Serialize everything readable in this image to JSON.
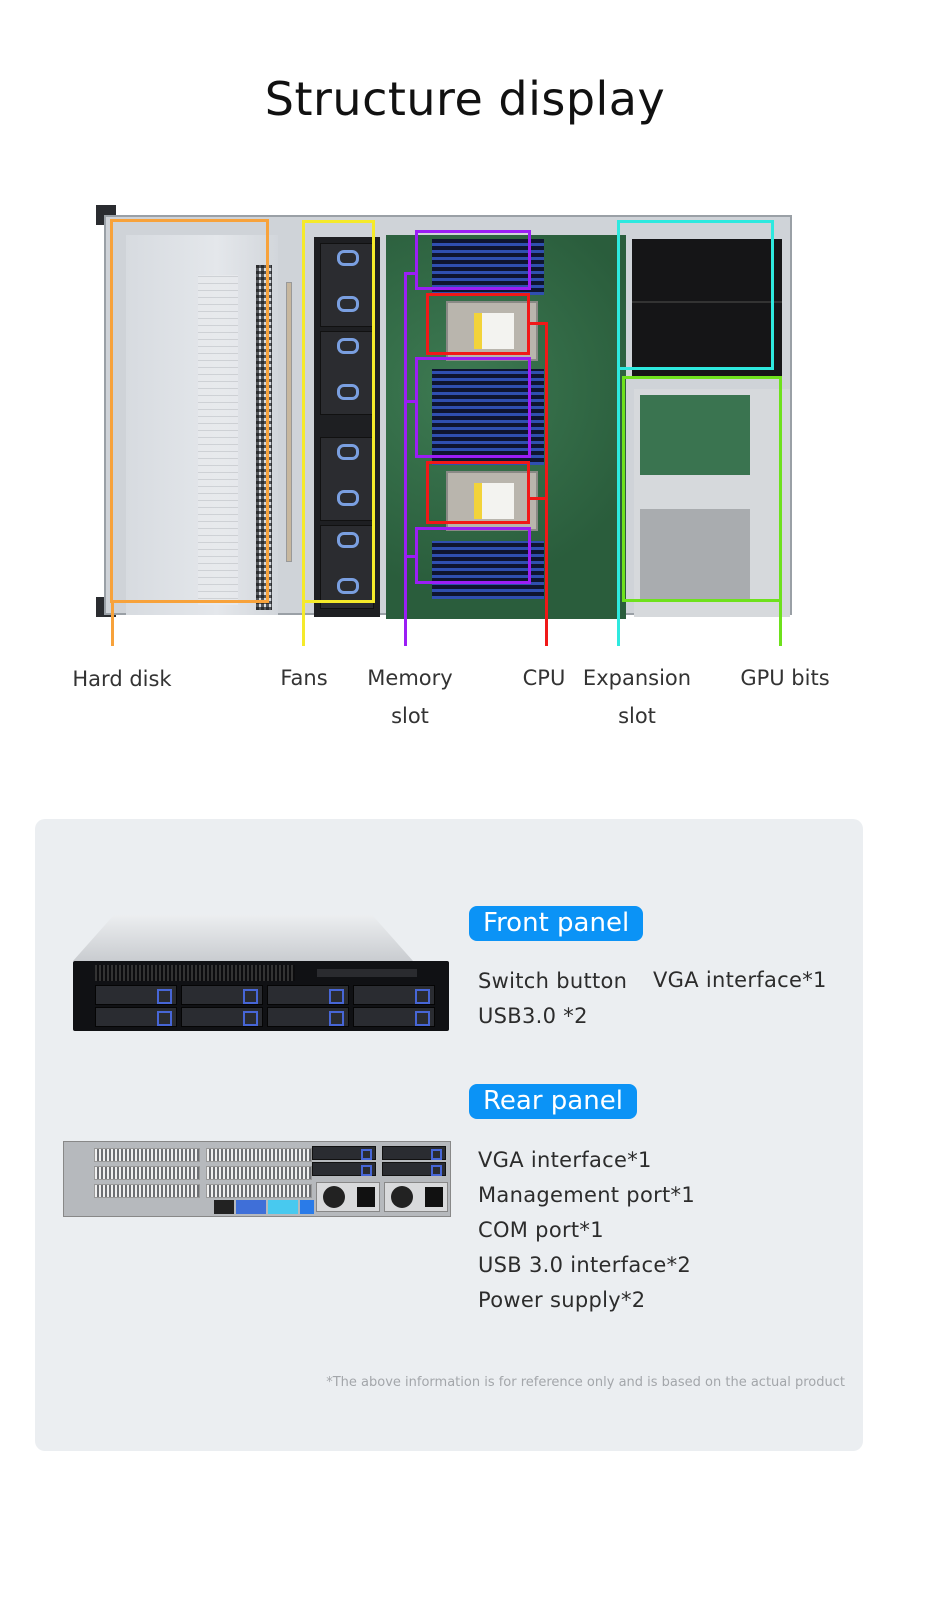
{
  "page": {
    "title": "Structure display"
  },
  "structure": {
    "components": [
      {
        "key": "hard-disk",
        "label_lines": [
          "Hard disk"
        ],
        "color": "#f7a23b"
      },
      {
        "key": "fans",
        "label_lines": [
          "Fans"
        ],
        "color": "#f5ea2a"
      },
      {
        "key": "memory-slot",
        "label_lines": [
          "Memory",
          "slot"
        ],
        "color": "#9b1ef5"
      },
      {
        "key": "cpu",
        "label_lines": [
          "CPU"
        ],
        "color": "#f01818"
      },
      {
        "key": "expansion-slot",
        "label_lines": [
          "Expansion",
          "slot"
        ],
        "color": "#2ee9df"
      },
      {
        "key": "gpu-bits",
        "label_lines": [
          "GPU bits"
        ],
        "color": "#6ee11c"
      }
    ]
  },
  "panels": {
    "accent_color": "#0b93f6",
    "front": {
      "heading": "Front panel",
      "specs": [
        "Switch button",
        "VGA interface*1",
        "USB3.0 *2"
      ]
    },
    "rear": {
      "heading": "Rear panel",
      "specs": [
        "VGA interface*1",
        "Management port*1",
        "COM port*1",
        "USB 3.0 interface*2",
        "Power supply*2"
      ]
    },
    "footnote": "*The above information is for reference only and is based on the actual product"
  }
}
